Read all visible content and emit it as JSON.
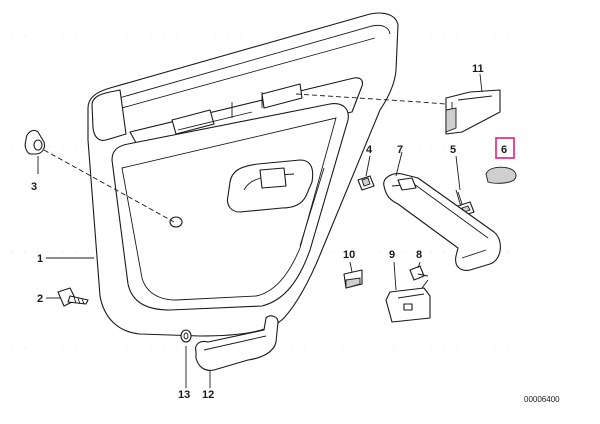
{
  "diagram": {
    "reference_number": "00006400",
    "highlight_color": "#e0207a",
    "highlighted_part": "6",
    "callouts": [
      {
        "id": "c1",
        "label": "1"
      },
      {
        "id": "c2",
        "label": "2"
      },
      {
        "id": "c3",
        "label": "3"
      },
      {
        "id": "c4",
        "label": "4"
      },
      {
        "id": "c5",
        "label": "5"
      },
      {
        "id": "c6",
        "label": "6"
      },
      {
        "id": "c7",
        "label": "7"
      },
      {
        "id": "c8",
        "label": "8"
      },
      {
        "id": "c9",
        "label": "9"
      },
      {
        "id": "c10",
        "label": "10"
      },
      {
        "id": "c11",
        "label": "11"
      },
      {
        "id": "c12",
        "label": "12"
      },
      {
        "id": "c13",
        "label": "13"
      }
    ]
  }
}
